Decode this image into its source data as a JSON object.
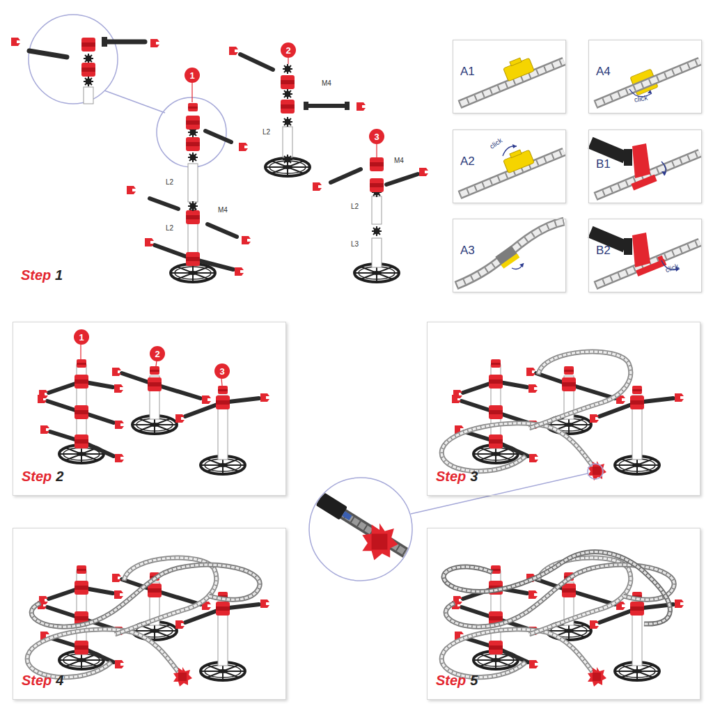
{
  "diagram": {
    "nodes": [
      {
        "text": [
          "2"
        ]
      },
      {
        "text": [
          "1"
        ]
      },
      {
        "text": [
          "3"
        ]
      },
      {
        "text": [
          "A1"
        ]
      },
      {
        "text": [
          "A4",
          "click"
        ]
      },
      {
        "text": [
          "A2",
          "click"
        ]
      },
      {
        "text": [
          "B1"
        ]
      },
      {
        "text": [
          "A3"
        ]
      },
      {
        "text": [
          "B2",
          "click"
        ]
      },
      {
        "text": [
          "Step",
          "2"
        ]
      },
      {
        "text": [
          "1"
        ],
        "in": 9
      },
      {
        "text": [
          "2"
        ],
        "in": 9
      },
      {
        "text": [
          "3"
        ],
        "in": 9
      },
      {
        "text": [
          "Step",
          "3"
        ]
      },
      {
        "text": [
          "Step",
          "4"
        ]
      },
      {
        "text": [
          "Step",
          "5"
        ]
      }
    ],
    "labels": [
      "M4",
      "L2",
      "M4",
      "L2",
      "L2",
      "M4",
      "L2",
      "L3",
      "Step",
      "1"
    ]
  }
}
